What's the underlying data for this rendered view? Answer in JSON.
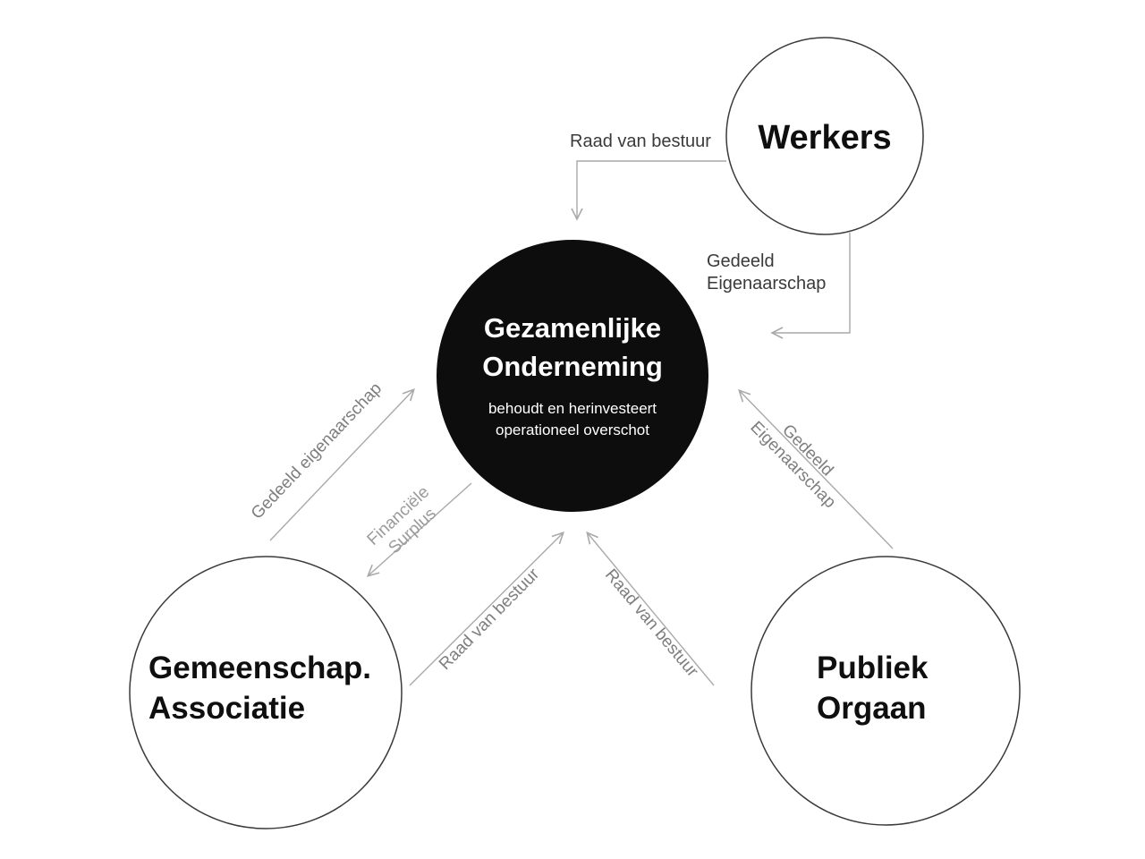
{
  "colors": {
    "background": "#ffffff",
    "center_fill": "#0d0d0d",
    "center_text": "#ffffff",
    "node_fill": "#ffffff",
    "node_stroke": "#3a3a3a",
    "node_text": "#0f0f0f",
    "arrow": "#a9a9a9",
    "label_dark": "#3a3a3a",
    "label_gray": "#7e7e7e",
    "label_light": "#9b9b9b"
  },
  "nodes": {
    "center": {
      "title": [
        "Gezamenlijke",
        "Onderneming"
      ],
      "subtitle": [
        "behoudt en herinvesteert",
        "operationeel overschot"
      ]
    },
    "workers": {
      "label": "Werkers"
    },
    "community": {
      "label": [
        "Gemeenschap.",
        "Associatie"
      ]
    },
    "public_body": {
      "label": [
        "Publiek",
        "Orgaan"
      ]
    }
  },
  "edges": {
    "workers_board": {
      "label": "Raad van bestuur"
    },
    "workers_ownership": {
      "label": [
        "Gedeeld",
        "Eigenaarschap"
      ]
    },
    "community_ownership": {
      "label": "Gedeeld eigenaarschap"
    },
    "financial_surplus": {
      "label": [
        "Financiële",
        "Surplus"
      ]
    },
    "community_board": {
      "label": "Raad van bestuur"
    },
    "public_board": {
      "label": "Raad van bestuur"
    },
    "public_ownership": {
      "label": [
        "Gedeeld",
        "Eigenaarschap"
      ]
    }
  }
}
